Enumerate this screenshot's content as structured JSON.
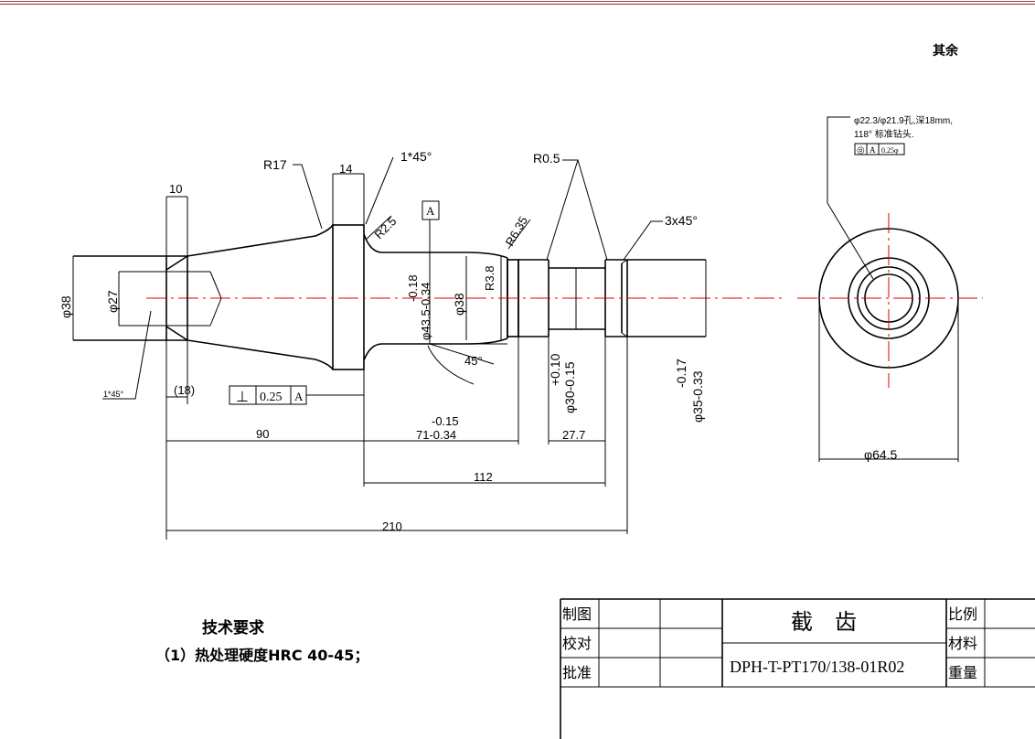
{
  "header": {
    "top_right_note": "其余"
  },
  "drawing": {
    "radii": {
      "r17": "R17",
      "r2_5": "R2.5",
      "r6_35": "R6.35",
      "r3_8": "R3.8",
      "r0_5": "R0.5"
    },
    "chamfers": {
      "c1x45_top": "1*45°",
      "c1x45_bottom": "1*45°",
      "c3x45": "3x45°"
    },
    "widths": {
      "w14": "14",
      "w10": "10",
      "w18": "(18)"
    },
    "diameters": {
      "d38_left": "φ38",
      "d27": "φ27",
      "d38_mid": "φ38",
      "d43_5": "φ43.5-0.34",
      "d43_5_tol": "-0.18",
      "d30": "φ30-0.15",
      "d30_tol": "+0.10",
      "d35": "φ35-0.33",
      "d35_tol": "-0.17",
      "d64_5": "φ64.5"
    },
    "angle": "45°",
    "datum": "A",
    "tolerance_frame": {
      "symbol": "⊥",
      "value": "0.25",
      "datum": "A"
    },
    "lengths": {
      "l90": "90",
      "l71": "71-0.34",
      "l71_tol": "-0.15",
      "l27_7": "27.7",
      "l112": "112",
      "l210": "210"
    },
    "hole_note": {
      "line1": "φ22.3/φ21.9孔,深18mm,",
      "line2": "118° 标准钻头.",
      "frame_symbol": "◎",
      "frame_datum": "A",
      "frame_value": "0.25φ"
    }
  },
  "notes": {
    "title": "技术要求",
    "line1": "（1）热处理硬度HRC 40-45；"
  },
  "title_block": {
    "row_labels": [
      "制图",
      "校对",
      "批准"
    ],
    "part_name": "截　齿",
    "drawing_number": "DPH-T-PT170/138-01R02",
    "right_labels": [
      "比例",
      "材料",
      "重量"
    ]
  }
}
